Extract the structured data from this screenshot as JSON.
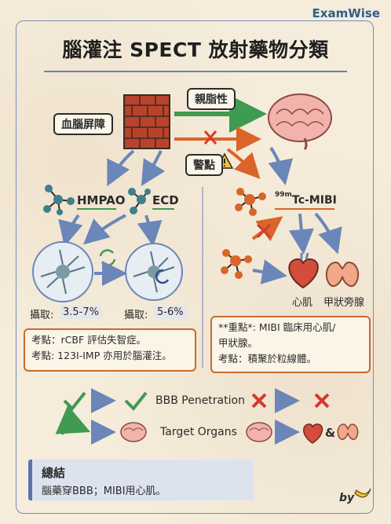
{
  "brand": "ExamWise",
  "title": "腦灌注 SPECT 放射藥物分類",
  "labels": {
    "lipophilic": "親脂性",
    "bbb": "血腦屏障",
    "warning": "警點",
    "hmpao": "HMPAO",
    "ecd": "ECD",
    "mibi_sup": "99m",
    "mibi": "Tc-MIBI",
    "heart": "心肌",
    "thyroid": "甲狀旁腺"
  },
  "uptake": {
    "hmpao_label": "攝取:",
    "hmpao_value": "3.5-7%",
    "ecd_label": "攝取:",
    "ecd_value": "5-6%"
  },
  "exam_box_left": [
    "考點：rCBF 評估失智症。",
    "考點: 123I-IMP 亦用於腦灌注。"
  ],
  "exam_box_right": [
    "**重點*: MIBI 臨床用心肌/",
    "甲狀腺。",
    "考點：積聚於粒線體。"
  ],
  "legend": {
    "bbb_penetration": "BBB Penetration",
    "target_organs": "Target Organs",
    "ampersand": "&"
  },
  "summary": {
    "heading": "總結",
    "text": "腦藥穿BBB；MIBI用心肌。"
  },
  "byline": "by",
  "colors": {
    "green": "#3f9a52",
    "orange": "#d9652a",
    "blue": "#6b86b8",
    "red": "#d33a2c",
    "brick": "#b8432c",
    "teal": "#3f7f8a",
    "accent_border": "#c96a2c"
  },
  "icons": [
    "brick-wall-icon",
    "brain-icon",
    "molecule-icon",
    "neuron-cell-icon",
    "recycle-icon",
    "heart-icon",
    "thyroid-icon",
    "check-icon",
    "cross-icon",
    "warning-icon",
    "banana-icon"
  ]
}
